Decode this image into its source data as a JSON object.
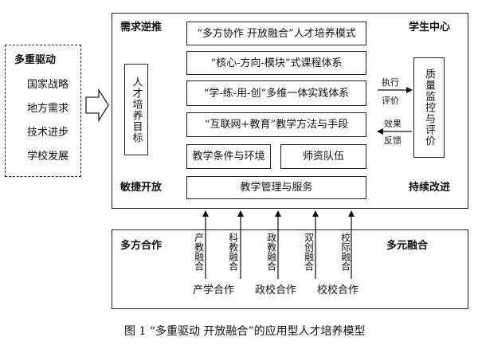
{
  "left_panel": {
    "title": "多重驱动",
    "items": [
      "国家战略",
      "地方需求",
      "技术进步",
      "学校发展"
    ]
  },
  "main_panel": {
    "corners": {
      "top_left": "需求逆推",
      "top_right": "学生中心",
      "bottom_left": "敏捷开放",
      "bottom_right": "持续改进"
    },
    "left_box": "人才培养目标",
    "layers": [
      "“多方协作 开放融合”人才培养模式",
      "“核心-方向-模块”式课程体系",
      "“学-练-用-创”多维一体实践体系",
      "“互联网+教育”教学方法与手段"
    ],
    "split_layer": [
      "教学条件与环境",
      "师资队伍"
    ],
    "bottom_layer": "教学管理与服务",
    "right_box": "质量监控与评价",
    "arrow_labels": {
      "execute": "执行",
      "evaluate": "评价",
      "effect": "效果",
      "feedback": "反馈"
    }
  },
  "bottom_panel": {
    "left_title": "多方合作",
    "right_title": "多元融合",
    "columns": [
      "产教融合",
      "科教融合",
      "政教融合",
      "双创融合",
      "校际融合"
    ],
    "groups": [
      "产学合作",
      "政校合作",
      "校校合作"
    ]
  },
  "caption": "图 1 “多重驱动 开放融合”的应用型人才培养模型"
}
